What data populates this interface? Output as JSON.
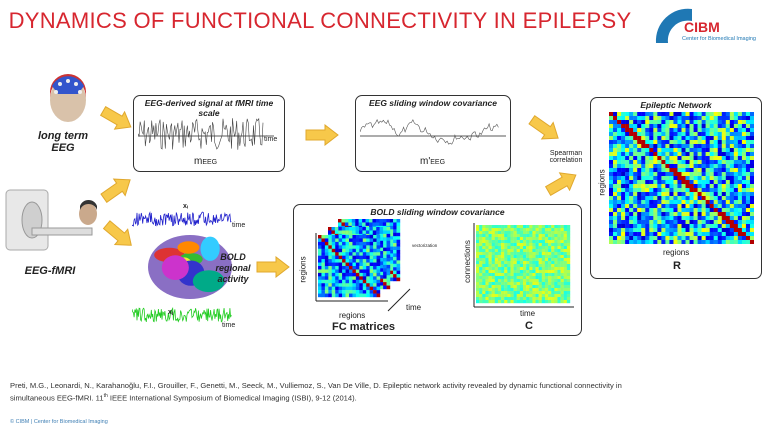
{
  "title": "DYNAMICS OF FUNCTIONAL CONNECTIVITY IN EPILEPSY",
  "logo": {
    "name": "CIBM",
    "subtitle": "Center for Biomedical Imaging",
    "color": "#1f78b4"
  },
  "inputs": {
    "eeg_label_1": "long term",
    "eeg_label_2": "EEG",
    "fmri_label": "EEG-fMRI"
  },
  "box_eeg": {
    "title": "EEG-derived signal at fMRI time scale",
    "axis": "time",
    "signal": "m",
    "signal_sub": "EEG"
  },
  "box_cov": {
    "title": "EEG sliding window covariance",
    "signal": "m'",
    "signal_sub": "EEG"
  },
  "spearman": "Spearman correlation",
  "network": {
    "title": "Epileptic Network",
    "ylabel": "regions",
    "xlabel": "regions",
    "name": "R"
  },
  "bold": {
    "label_1": "BOLD",
    "label_2": "regional",
    "label_3": "activity",
    "xi": "xᵢ",
    "xj": "xⱼ",
    "time": "time"
  },
  "box_bold": {
    "title": "BOLD sliding window covariance",
    "fc_ylabel": "regions",
    "fc_xlabel": "regions",
    "fc_time": "time",
    "fc_name": "FC matrices",
    "vectorization": "vectorization",
    "c_ylabel": "connections",
    "c_xlabel": "time",
    "c_name": "C"
  },
  "citation": {
    "line1": "Preti, M.G., Leonardi, N., Karahanoğlu, F.I., Grouiller, F., Genetti, M., Seeck, M., Vulliemoz, S., Van De Ville, D. Epileptic network activity revealed by dynamic functional connectivity in",
    "line2_a": "simultaneous EEG-fMRI. 11",
    "line2_sup": "th",
    "line2_b": " IEEE International  Symposium of Biomedical Imaging (ISBI), 9-12 (2014)."
  },
  "footer": "© CIBM  |  Center for Biomedical Imaging",
  "colors": {
    "title": "#d7262f",
    "arrow": "#f7c84a"
  }
}
